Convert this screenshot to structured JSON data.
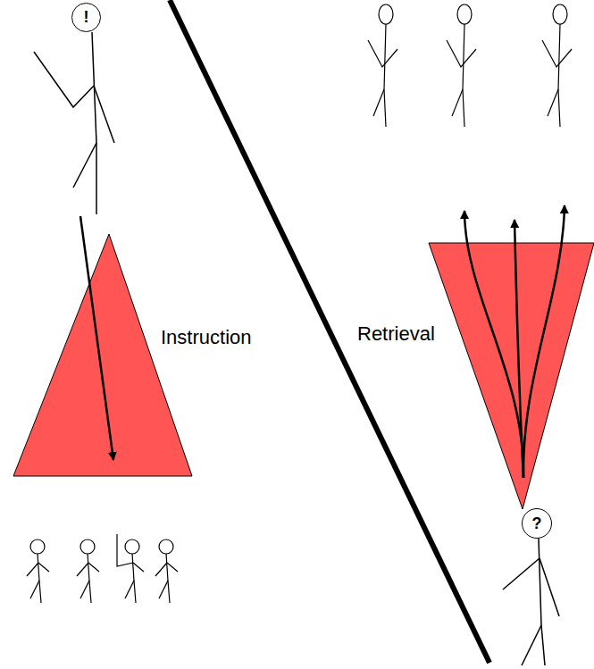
{
  "diagram": {
    "nodes": [
      {
        "text": [
          "!"
        ]
      },
      {
        "text": [
          "Instruction"
        ]
      },
      {
        "text": [
          "Retrieval"
        ]
      },
      {
        "text": [
          "?"
        ]
      }
    ]
  }
}
